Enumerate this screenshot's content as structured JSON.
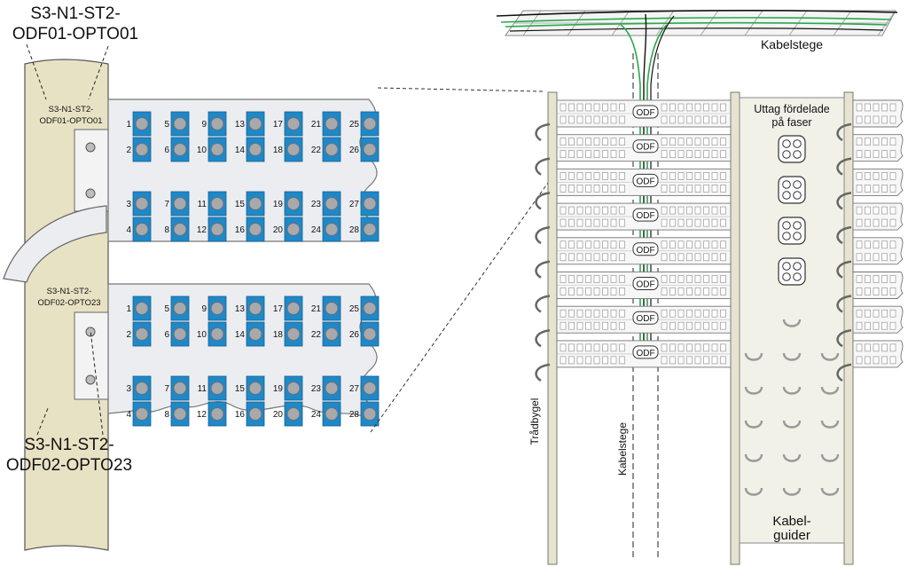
{
  "callouts": {
    "top_line1": "S3-N1-ST2-",
    "top_line2": "ODF01-OPTO01",
    "bottom_line1": "S3-N1-ST2-",
    "bottom_line2": "ODF02-OPTO23"
  },
  "upper_panel": {
    "label_line1": "S3-N1-ST2-",
    "label_line2": "ODF01-OPTO01",
    "ports": [
      "1",
      "2",
      "3",
      "4",
      "5",
      "6",
      "7",
      "8",
      "9",
      "10",
      "11",
      "12",
      "13",
      "14",
      "15",
      "16",
      "17",
      "18",
      "19",
      "20",
      "21",
      "22",
      "23",
      "24",
      "25",
      "26",
      "27",
      "28"
    ]
  },
  "lower_panel": {
    "label_line1": "S3-N1-ST2-",
    "label_line2": "ODF02-OPTO23",
    "ports": [
      "1",
      "2",
      "3",
      "4",
      "5",
      "6",
      "7",
      "8",
      "9",
      "10",
      "11",
      "12",
      "13",
      "14",
      "15",
      "16",
      "17",
      "18",
      "19",
      "20",
      "21",
      "22",
      "23",
      "24",
      "25",
      "26",
      "27",
      "28"
    ]
  },
  "rack": {
    "kabelstege_top": "Kabelstege",
    "kabelstege_vertical": "Kabelstege",
    "tradbygel": "Trådbygel",
    "uttag_line1": "Uttag fördelade",
    "uttag_line2": "på faser",
    "kabelguider_line1": "Kabel-",
    "kabelguider_line2": "guider",
    "odf_label": "ODF",
    "odf_count": 8,
    "outlet_count": 4,
    "guide_rows": 6
  },
  "colors": {
    "port_blue": "#1e88c8",
    "cable_green": "#2aa84a",
    "panel_bg": "#ecedf0",
    "bracket": "#e8e2c4",
    "rack_bg": "#f1f1e8"
  }
}
